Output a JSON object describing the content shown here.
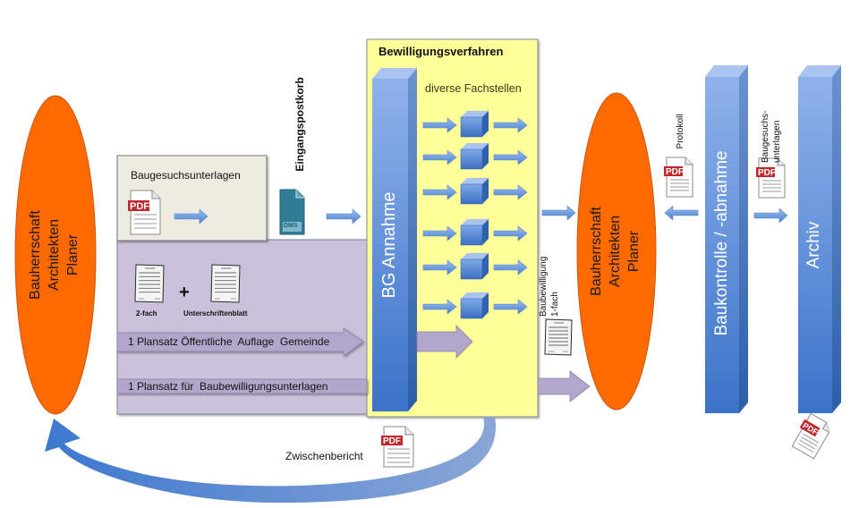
{
  "stakeholder_left": {
    "lines": [
      "Bauherrschaft",
      "Architekten",
      "Planer"
    ]
  },
  "stakeholder_right": {
    "lines": [
      "Bauherrschaft",
      "Architekten",
      "Planer"
    ]
  },
  "submission": {
    "title": "Baugesuchsunterlagen",
    "pdf_label": "PDF"
  },
  "inbox": {
    "label": "Eingangspostkorb",
    "dms_label": "DMS"
  },
  "paper": {
    "copies_label": "2-fach",
    "plus": "+",
    "signature_label": "Unterschriftenblatt",
    "plan_public": "1 Plansatz Öffentliche  Auflage  Gemeinde",
    "plan_permit": "1 Plansatz für  Baubewilligungsunterlagen"
  },
  "procedure": {
    "title": "Bewilligungsverfahren",
    "intake_label": "BG Annahme",
    "departments_label": "diverse Fachstellen",
    "department_count": 6
  },
  "permit": {
    "label_line1": "Baubewilligung",
    "label_line2": "1-fach"
  },
  "interim": {
    "label": "Zwischenbericht",
    "pdf_label": "PDF"
  },
  "inspection": {
    "label": "Baukontrolle / -abnahme",
    "protocol_label": "Protokoll",
    "pdf_label": "PDF"
  },
  "archive": {
    "label": "Archiv",
    "docs_label_line1": "Baugesuchs-",
    "docs_label_line2": "unterlagen",
    "pdf_label": "PDF"
  },
  "colors": {
    "orange": "#ff6a00",
    "blue_bar": "#4a7fd0",
    "yellow_box": "#ffff99",
    "lavender_panel": "#ccc1da",
    "beige_panel": "#eeece1",
    "pdf_red": "#c0282d",
    "dms_teal": "#2e7d95"
  }
}
